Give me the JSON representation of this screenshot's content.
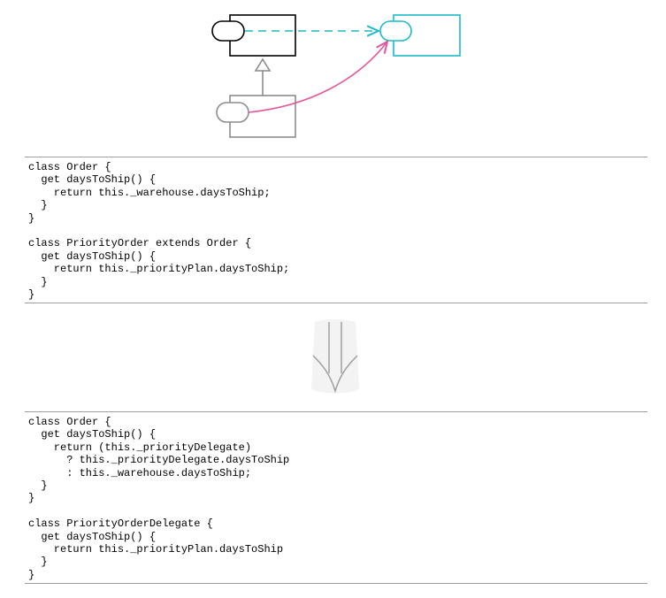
{
  "diagram": {
    "classes": [
      {
        "id": "order",
        "color": "#000000"
      },
      {
        "id": "priority-order-delegate",
        "color": "#1bbac9"
      },
      {
        "id": "priority-order",
        "color": "#8c8c8c"
      }
    ],
    "relations": [
      {
        "from": "order",
        "to": "priority-order-delegate",
        "kind": "dashed-association",
        "color": "#1bbac9"
      },
      {
        "from": "priority-order",
        "to": "order",
        "kind": "inheritance",
        "color": "#8c8c8c"
      },
      {
        "from": "priority-order",
        "to": "priority-order-delegate",
        "kind": "move-arrow",
        "color": "#e2589c"
      }
    ]
  },
  "before_code": {
    "lines": [
      "class Order {",
      "  get daysToShip() {",
      "    return this._warehouse.daysToShip;",
      "  }",
      "}",
      "",
      "class PriorityOrder extends Order {",
      "  get daysToShip() {",
      "    return this._priorityPlan.daysToShip;",
      "  }",
      "}"
    ]
  },
  "transform_arrow": {
    "icon": "double-down-arrow-icon",
    "color": "#9a9a9a"
  },
  "after_code": {
    "lines": [
      "class Order {",
      "  get daysToShip() {",
      "    return (this._priorityDelegate)",
      "      ? this._priorityDelegate.daysToShip",
      "      : this._warehouse.daysToShip;",
      "  }",
      "}",
      "",
      "class PriorityOrderDelegate {",
      "  get daysToShip() {",
      "    return this._priorityPlan.daysToShip",
      "  }",
      "}"
    ]
  }
}
